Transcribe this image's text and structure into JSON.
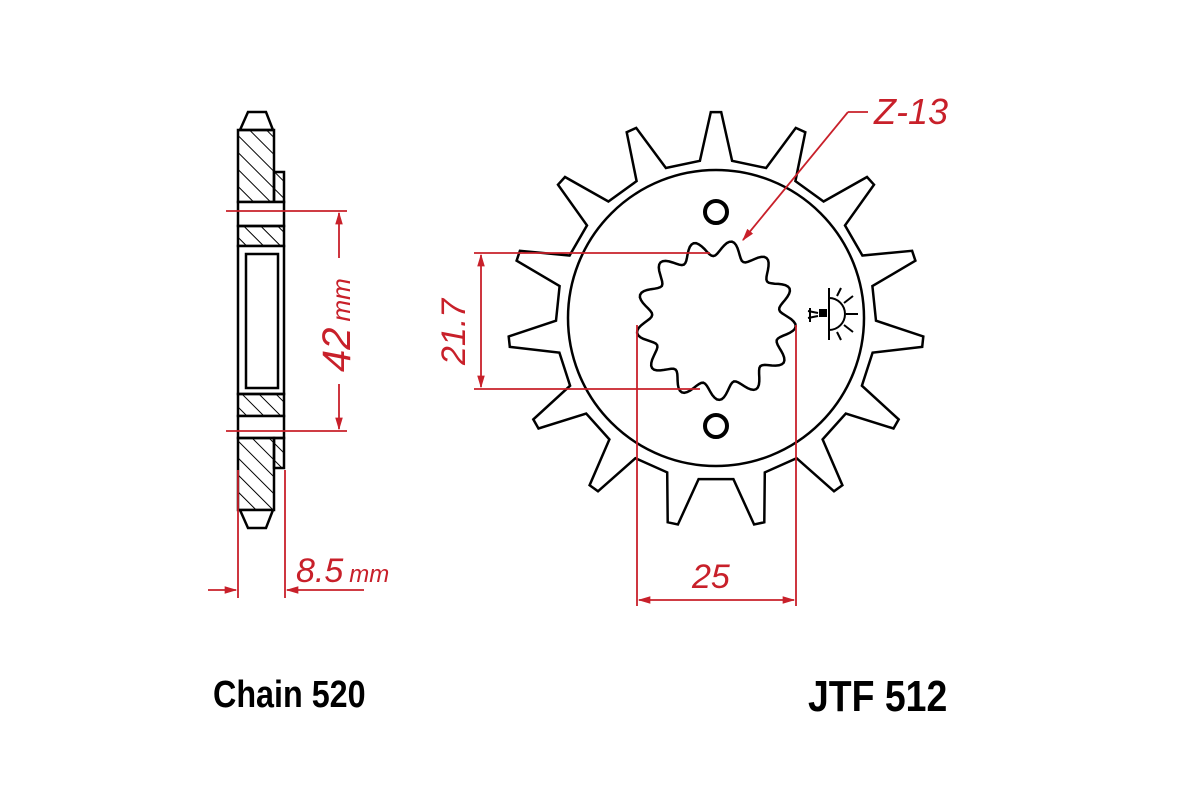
{
  "diagram": {
    "title": "Front sprocket technical drawing",
    "colors": {
      "outline": "#000000",
      "dimension": "#c8202a",
      "background": "#ffffff"
    },
    "side_view": {
      "dimensions": {
        "inner_diameter_value": "42",
        "inner_diameter_unit": "mm",
        "width_value": "8.5",
        "width_unit": "mm"
      }
    },
    "front_view": {
      "outer_teeth": 15,
      "spline_label": "Z-13",
      "spline_height": "21.7",
      "spline_width": "25",
      "mounting_holes": 2,
      "logo": "sun-logo"
    },
    "captions": {
      "chain": "Chain 520",
      "part_number": "JTF 512"
    }
  }
}
